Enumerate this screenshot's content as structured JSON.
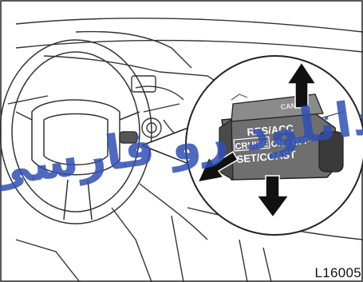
{
  "lever": {
    "label_top": "RES/ACC",
    "label_middle_box": "CRUISE",
    "label_middle_right": "ON · OFF",
    "label_bottom": "SET/COAST",
    "label_tab": "CANCEL"
  },
  "figure_code": "L16005",
  "watermark": {
    "text": "دانلود رو فارسی",
    "color": "#2e4fb5"
  },
  "colors": {
    "line": "#222222",
    "lever_body": "#6f6f6f",
    "lever_dark": "#3a3a3a",
    "arrow": "#111111"
  }
}
